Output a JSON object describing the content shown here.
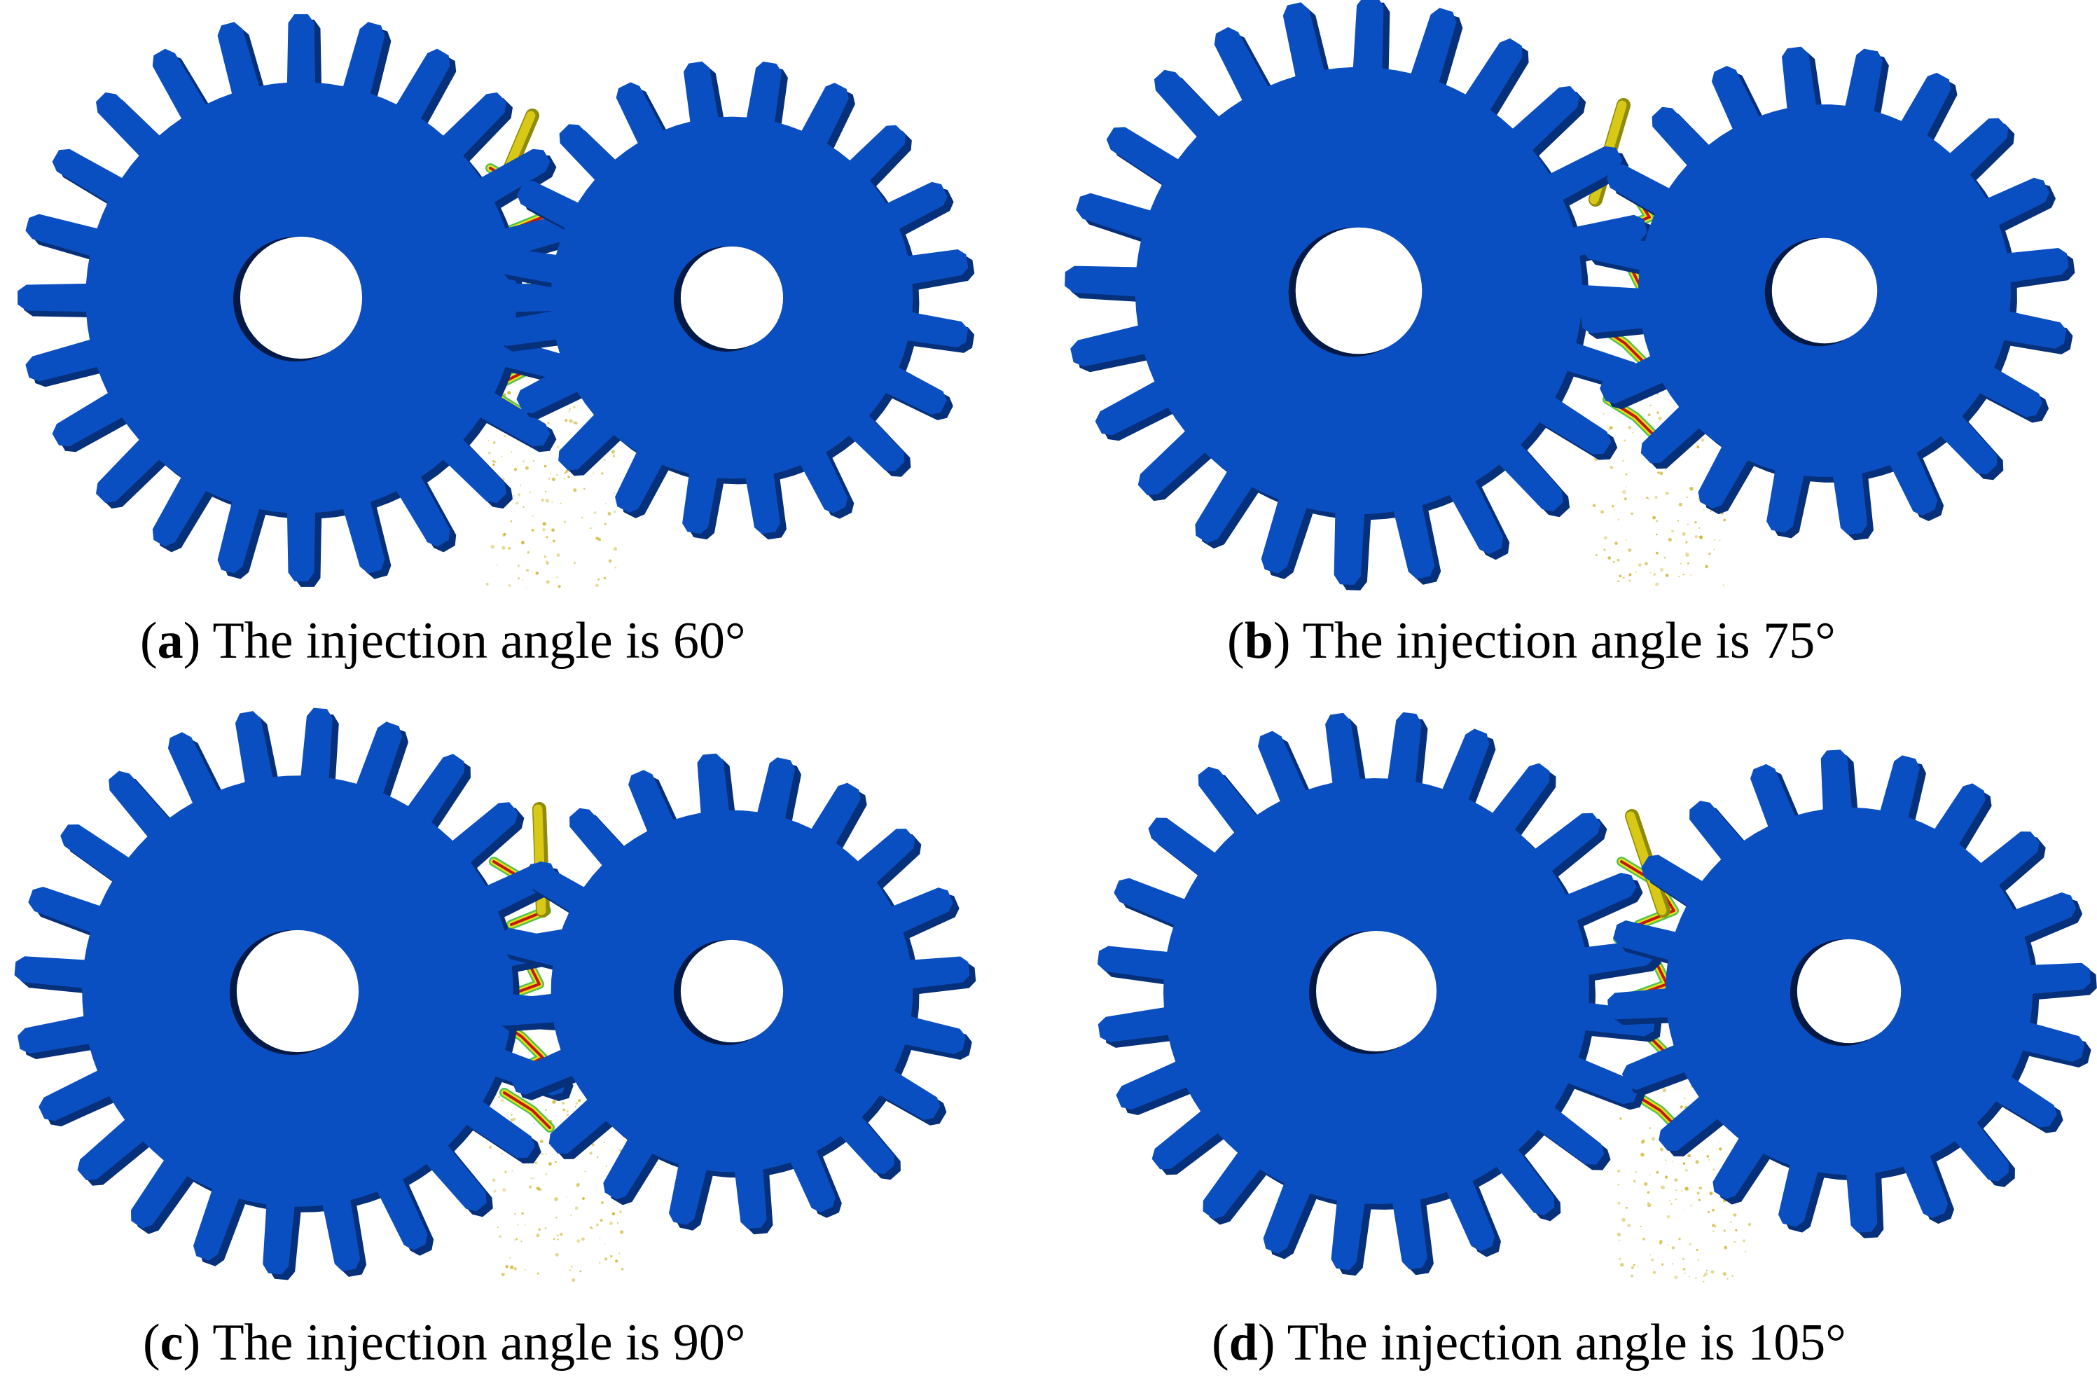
{
  "colors": {
    "gear": "#0a4fc2",
    "gear_shadow": "#07307a",
    "hole_shadow": "#041a45",
    "jet": "#d7c915",
    "jet_dark": "#8f8a08",
    "oil_red": "#c01a12",
    "oil_green": "#35b82f",
    "oil_yellow": "#e8e01a",
    "droplets": "#c9b226",
    "background": "#ffffff"
  },
  "panels": [
    {
      "id": "a",
      "letter": "a",
      "text": " The injection angle is 60°",
      "injection_angle_deg": 60
    },
    {
      "id": "b",
      "letter": "b",
      "text": " The injection angle is 75°",
      "injection_angle_deg": 75
    },
    {
      "id": "c",
      "letter": "c",
      "text": " The injection angle is 90°",
      "injection_angle_deg": 90
    },
    {
      "id": "d",
      "letter": "d",
      "text": " The injection angle is 105°",
      "injection_angle_deg": 105
    }
  ]
}
